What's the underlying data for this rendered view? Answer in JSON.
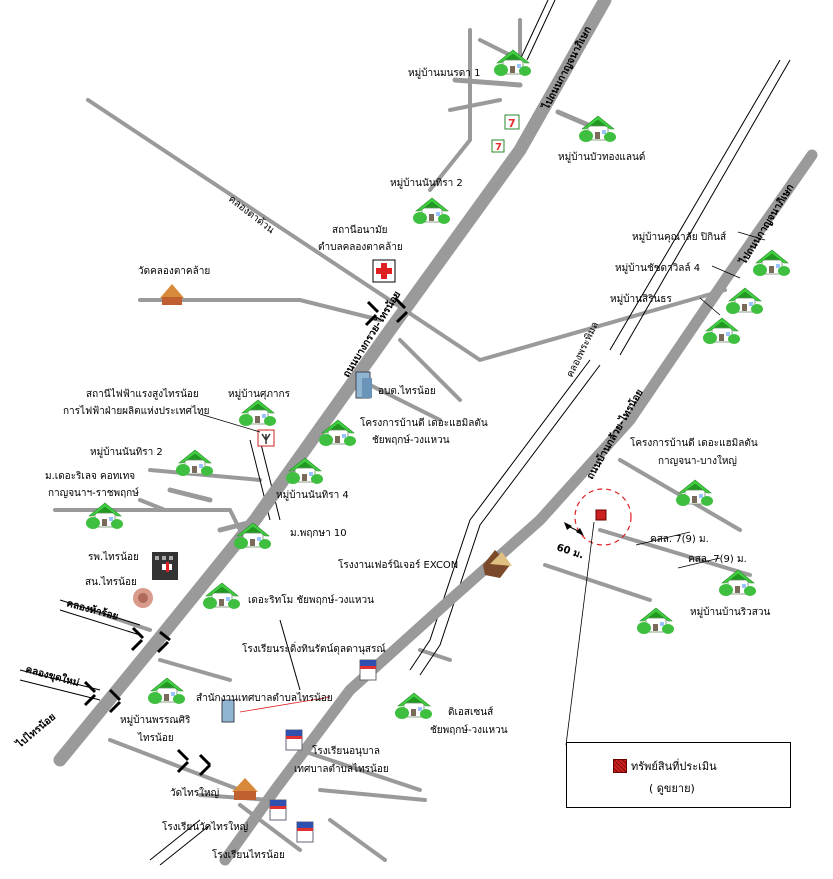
{
  "roads": {
    "main_diag": "ถนนบางกรวย-ไทรน้อย",
    "kanchana_north": "ไปถนนกาญจนาภิเษก",
    "kanchana_east": "ไปถนนกาญจนาภิเษก",
    "to_sainoi": "ไปไทรน้อย",
    "bang_len_sainoi": "ถนนบ้านกล้วย-ไทรน้อย",
    "khlong_tat_duan": "คลองตาด้วน",
    "khlong_phra_pimol": "คลองพระพิมล",
    "khlong_hua_roi": "คลองห้าร้อย",
    "khlong_khut_mai": "คลองขุดใหม่"
  },
  "places": {
    "moo_manorada": "หมู่บ้านมนรดา 1",
    "moo_buathong": "หมู่บ้านบัวทองแลนด์",
    "moo_nanthira_top": "หมู่บ้านนันทิรา 2",
    "health_center_l1": "สถานีอนามัย",
    "health_center_l2": "ตำบลคลองตาคล้าย",
    "wat_khlong": "วัดคลองตาคล้าย",
    "moo_khunalai": "หมู่บ้านคุณาลัย ปิกินส์",
    "moo_chutwill": "หมู่บ้านชัชดาวิลล์ 4",
    "moo_sirinthon": "หมู่บ้านสิรินธร",
    "elec_l1": "สถานีไฟฟ้าแรงสูงไทรน้อย",
    "elec_l2": "การไฟฟ้าฝ่ายผลิตแห่งประเทศไทย",
    "moo_suphakon": "หมู่บ้านศุภากร",
    "obt": "อบต.ไทรน้อย",
    "proj_bandee_l1": "โครงการบ้านดี เดอะแฮมิลตัน",
    "proj_bandee_l2": "ชัยพฤกษ์-วงแหวน",
    "proj_kanchana_l1": "โครงการบ้านดี เดอะแฮมิลตัน",
    "proj_kanchana_l2": "กาญจนา-บางใหญ่",
    "moo_nanthira_left": "หมู่บ้านนันทิรา 2",
    "moo_nanthira4": "หมู่บ้านนันทิรา 4",
    "m_creative_l1": "ม.เดอะริเลจ คอทเทจ",
    "m_creative_l2": "กาญจนาฯ-ราชพฤกษ์",
    "m_pruksa": "ม.พฤกษา 10",
    "hospital": "รพ.ไทรน้อย",
    "sainoi_station": "สน.ไทรน้อย",
    "excon": "โรงงานเฟอร์นิเจอร์ EXCON",
    "the_rich": "เดอะริทโม ชัยพฤกษ์-วงแหวน",
    "khod_7a": "คสล. 7(9) ม.",
    "khod_7b": "คสล. 7(9) ม.",
    "moo_ban_riwsuan": "หมู่บ้านบ้านริวสวน",
    "school_rachdamnoen": "โรงเรียนระดิ่งทินรัตน์ดุลดานุสรณ์",
    "municipal": "สำนักงานเทศบาลตำบลไทรน้อย",
    "moo_phonsiri_l1": "หมู่บ้านพรรณศิริ",
    "moo_phonsiri_l2": "ไทรน้อย",
    "de_sense_l1": "ดิเอสเซนส์",
    "de_sense_l2": "ชัยพฤกษ์-วงแหวน",
    "school_anuban_l1": "โรงเรียนอนุบาล",
    "school_anuban_l2": "เทศบาลตำบลไทรน้อย",
    "wat_sainoi": "วัดไทรใหญ่",
    "school_wat": "โรงเรียนวัดไทรใหญ่",
    "school_sainoi": "โรงเรียนไทรน้อย",
    "distance": "60 ม."
  },
  "legend": {
    "title": "ทรัพย์สินที่ประเมิน",
    "sub": "( ดูขยาย)"
  },
  "colors": {
    "road": "#9a9a9a",
    "house_green": "#3fbf3f",
    "marker": "#cc1f1f"
  },
  "icons": [
    "house-icon",
    "hospital-cross-icon",
    "seven-eleven-icon",
    "temple-icon",
    "building-icon",
    "school-flag-icon",
    "transformer-icon",
    "factory-icon",
    "police-icon"
  ]
}
